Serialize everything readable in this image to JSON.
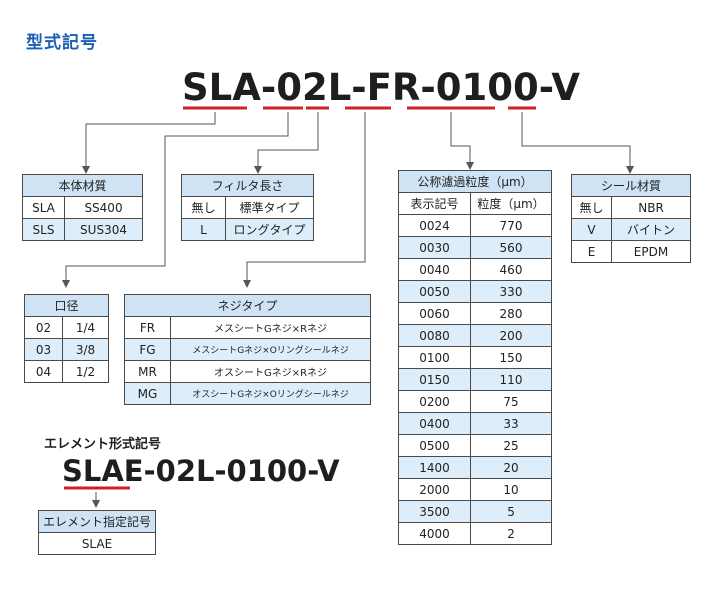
{
  "heading": "型式記号",
  "model_code": "SLA-02L-FR-0100-V",
  "body_material": {
    "title": "本体材質",
    "rows": [
      [
        "SLA",
        "SS400"
      ],
      [
        "SLS",
        "SUS304"
      ]
    ]
  },
  "filter_length": {
    "title": "フィルタ長さ",
    "rows": [
      [
        "無し",
        "標準タイプ"
      ],
      [
        "L",
        "ロングタイプ"
      ]
    ]
  },
  "filtration": {
    "title": "公称濾過粒度（μm）",
    "col1": "表示記号",
    "col2": "粒度（μm）",
    "rows": [
      [
        "0024",
        "770"
      ],
      [
        "0030",
        "560"
      ],
      [
        "0040",
        "460"
      ],
      [
        "0050",
        "330"
      ],
      [
        "0060",
        "280"
      ],
      [
        "0080",
        "200"
      ],
      [
        "0100",
        "150"
      ],
      [
        "0150",
        "110"
      ],
      [
        "0200",
        "75"
      ],
      [
        "0400",
        "33"
      ],
      [
        "0500",
        "25"
      ],
      [
        "1400",
        "20"
      ],
      [
        "2000",
        "10"
      ],
      [
        "3500",
        "5"
      ],
      [
        "4000",
        "2"
      ]
    ]
  },
  "seal_material": {
    "title": "シール材質",
    "rows": [
      [
        "無し",
        "NBR"
      ],
      [
        "V",
        "バイトン"
      ],
      [
        "E",
        "EPDM"
      ]
    ]
  },
  "port_size": {
    "title": "口径",
    "rows": [
      [
        "02",
        "1/4"
      ],
      [
        "03",
        "3/8"
      ],
      [
        "04",
        "1/2"
      ]
    ]
  },
  "thread_type": {
    "title": "ネジタイプ",
    "rows": [
      [
        "FR",
        "メスシートGネジ×Rネジ"
      ],
      [
        "FG",
        "メスシートGネジ×Oリングシールネジ"
      ],
      [
        "MR",
        "オスシートGネジ×Rネジ"
      ],
      [
        "MG",
        "オスシートGネジ×Oリングシールネジ"
      ]
    ]
  },
  "element": {
    "heading": "エレメント形式記号",
    "model_code": "SLAE-02L-0100-V",
    "table_title": "エレメント指定記号",
    "value": "SLAE"
  },
  "colors": {
    "heading": "#1a5fb4",
    "header_fill": "#cfe3f5",
    "alt_row_fill": "#ddeefa",
    "underline": "#cc2222",
    "connector": "#555555"
  }
}
